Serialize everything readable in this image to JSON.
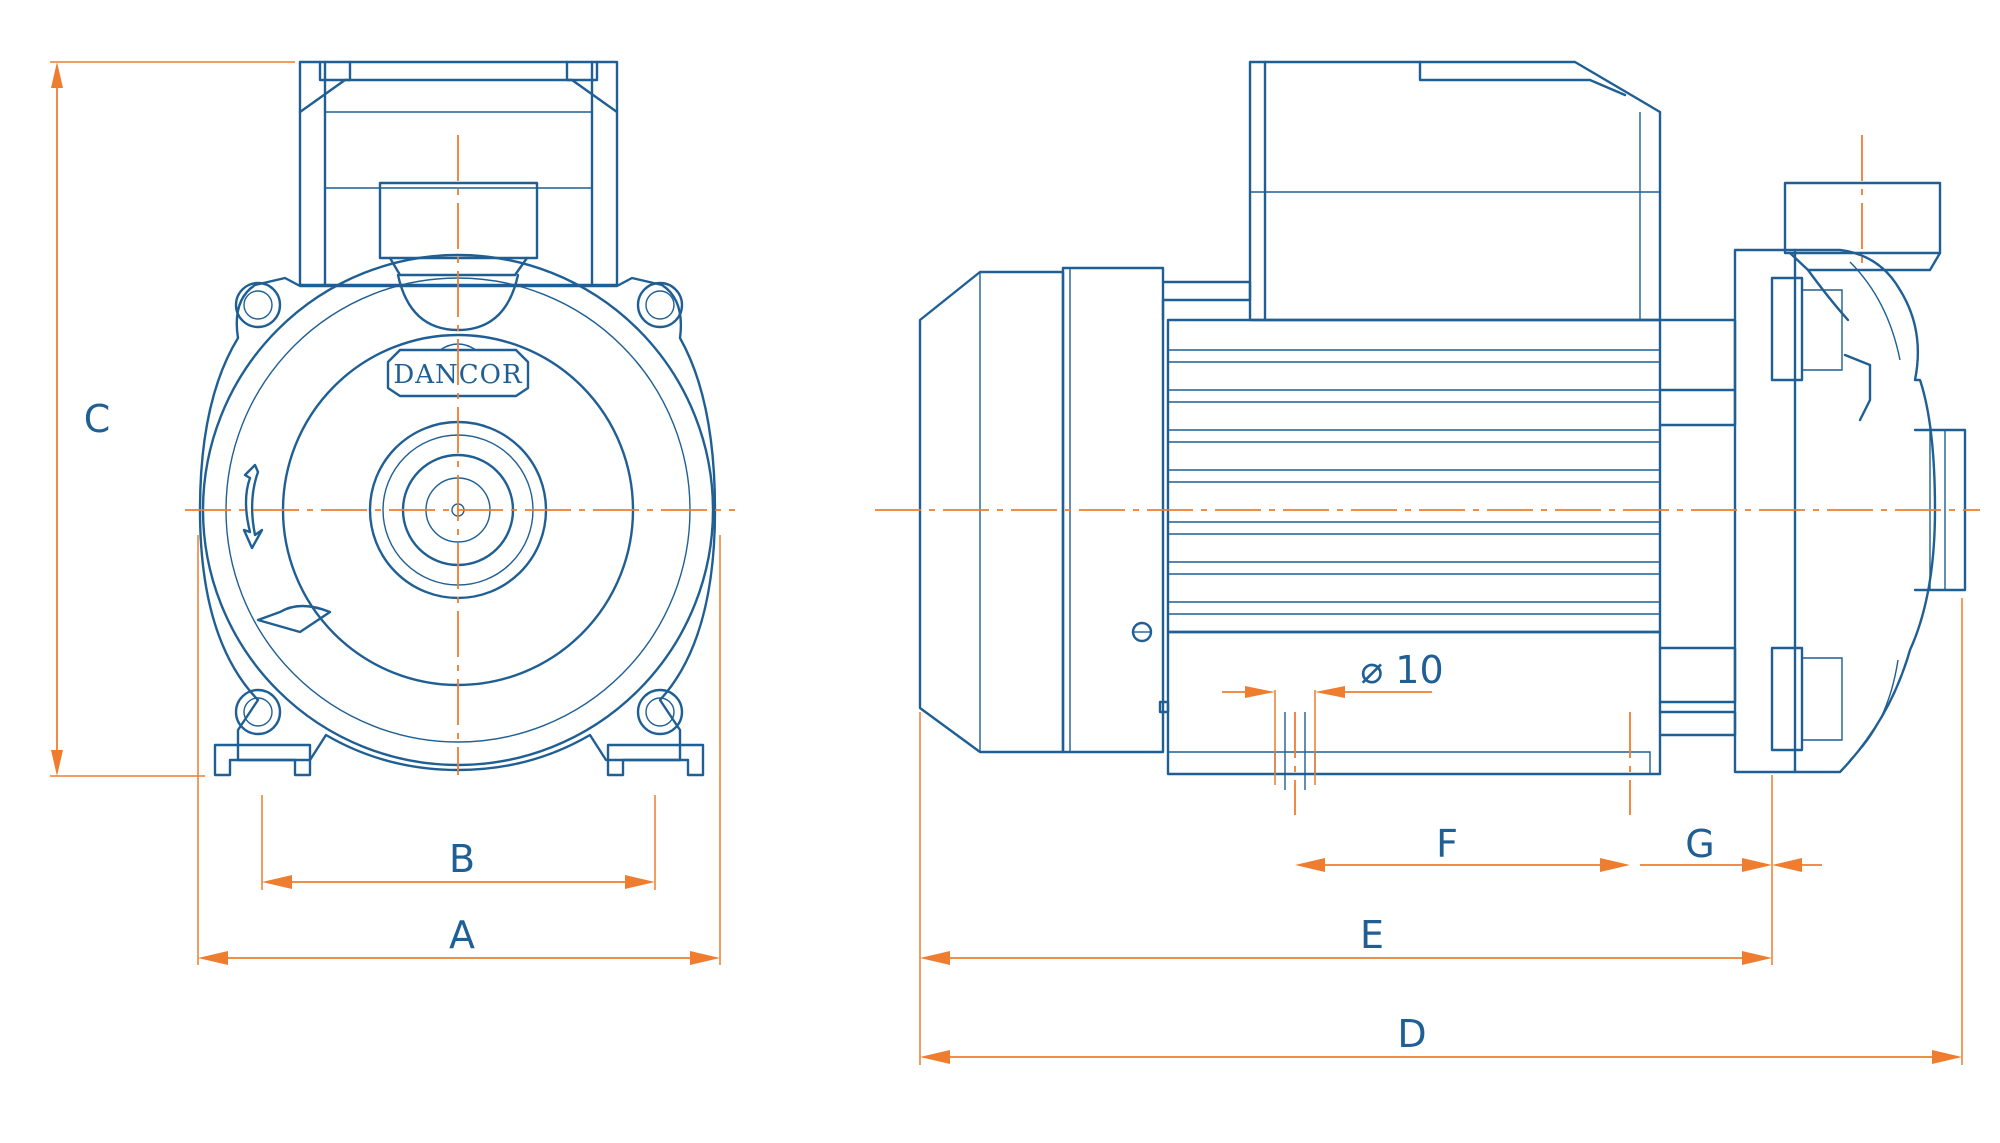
{
  "brand": "DANCOR",
  "labels": {
    "a": "A",
    "b": "B",
    "c": "C",
    "d": "D",
    "e": "E",
    "f": "F",
    "g": "G",
    "diameter": "⌀ 10"
  },
  "colors": {
    "outline": "#1f5f94",
    "dimension": "#ee7d2f",
    "background": "#ffffff"
  }
}
